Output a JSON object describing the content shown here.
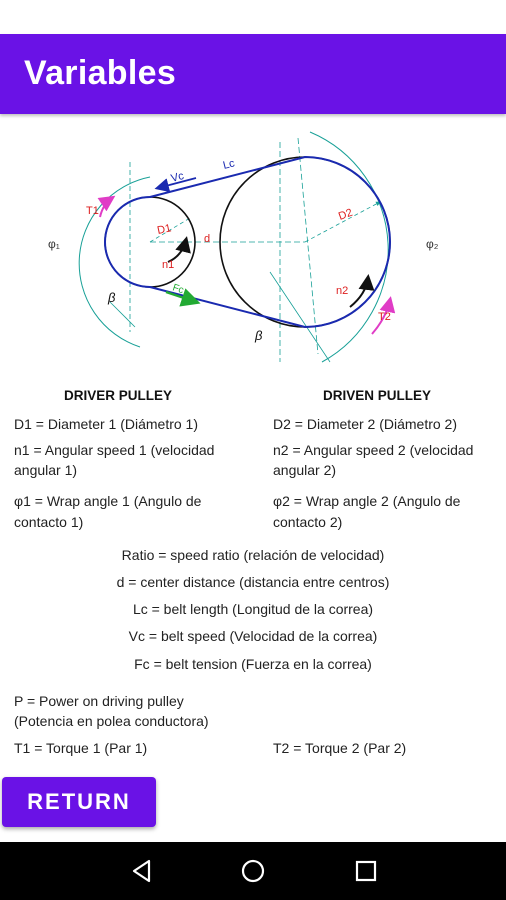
{
  "colors": {
    "accent": "#6a12e6",
    "belt": "#1a2ab0",
    "dim": "#18a097",
    "torque": "#e03cc6",
    "tension": "#22aa33",
    "label": "#dd2020"
  },
  "app_bar": {
    "title": "Variables"
  },
  "diagram": {
    "labels": {
      "vc": "Vc",
      "lc": "Lc",
      "t1": "T1",
      "t2": "T2",
      "d1": "D1",
      "d2": "D2",
      "d": "d",
      "n1": "n1",
      "n2": "n2",
      "fc": "Fc",
      "phi1": "φ₁",
      "phi2": "φ₂",
      "beta": "β"
    }
  },
  "driver": {
    "heading": "DRIVER PULLEY",
    "d1": "D1 = Diameter 1 (Diámetro 1)",
    "n1_l1": "n1 = Angular speed 1 (velocidad",
    "n1_l2": "angular 1)",
    "phi1_l1": "φ1 = Wrap angle 1 (Angulo de",
    "phi1_l2": "contacto 1)"
  },
  "driven": {
    "heading": "DRIVEN PULLEY",
    "d2": "D2 = Diameter 2 (Diámetro 2)",
    "n2_l1": "n2 = Angular speed 2 (velocidad",
    "n2_l2": "angular 2)",
    "phi2_l1": "φ2 = Wrap angle 2 (Angulo de",
    "phi2_l2": "contacto 2)"
  },
  "common": {
    "ratio": "Ratio = speed ratio (relación de velocidad)",
    "d": "d = center distance (distancia entre centros)",
    "lc": "Lc = belt length (Longitud de la correa)",
    "vc": "Vc = belt speed (Velocidad de la correa)",
    "fc": "Fc = belt tension (Fuerza en la correa)"
  },
  "power": {
    "l1": "P = Power on driving pulley",
    "l2": "(Potencia en polea conductora)"
  },
  "torque": {
    "t1": "T1 = Torque 1 (Par 1)",
    "t2": "T2 = Torque 2 (Par 2)"
  },
  "actions": {
    "return_label": "RETURN"
  },
  "nav": {
    "back": "back-icon",
    "home": "home-icon",
    "recents": "recents-icon"
  }
}
